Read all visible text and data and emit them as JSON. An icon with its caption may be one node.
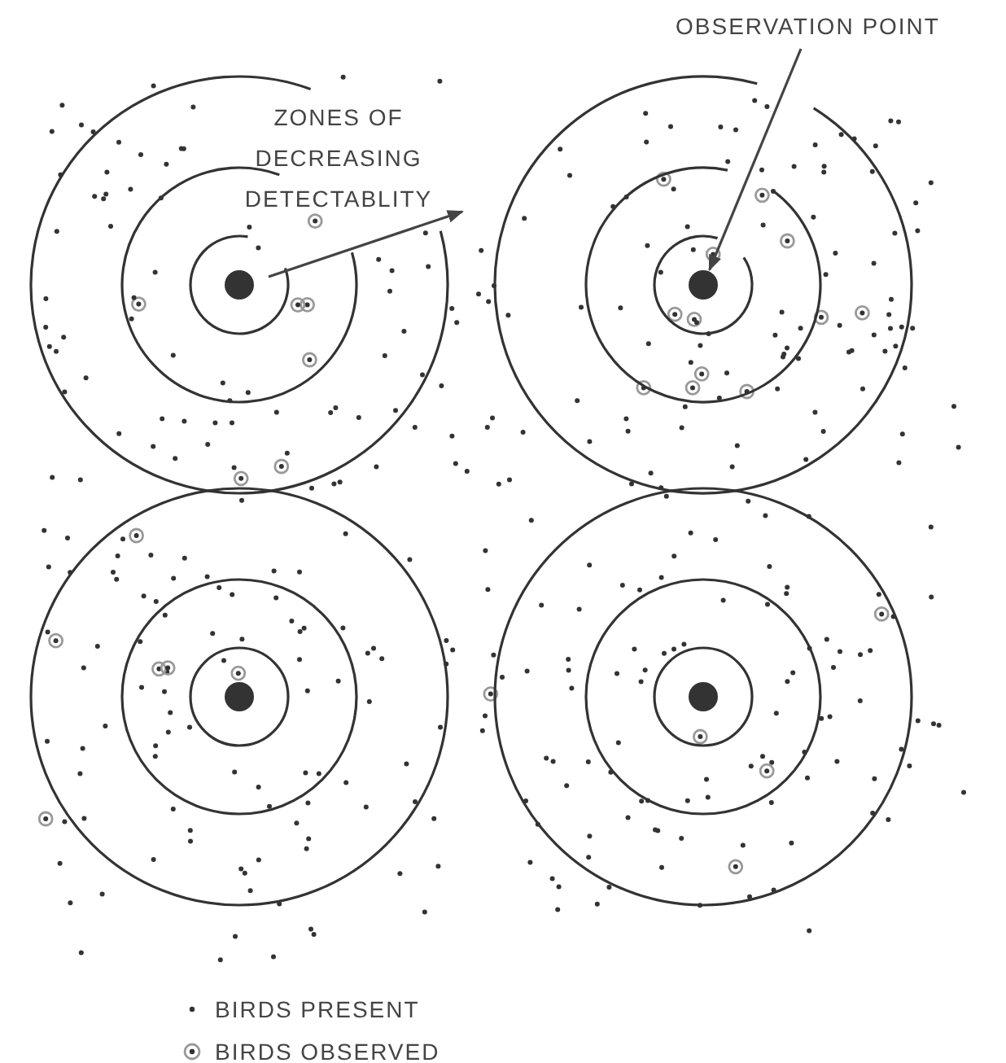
{
  "diagram": {
    "nodes": [
      {
        "text": [
          "OBSERVATION POINT"
        ]
      },
      {
        "text": [],
        "shape": "circle"
      }
    ],
    "edges": [
      {
        "from": 0,
        "to": 1,
        "arrow": "to"
      }
    ],
    "labels": [
      "ZONES OF DECREASING DETECTABLITY"
    ],
    "legend": [
      {
        "text": "BIRDS PRESENT"
      },
      {
        "text": "BIRDS OBSERVED"
      }
    ]
  }
}
